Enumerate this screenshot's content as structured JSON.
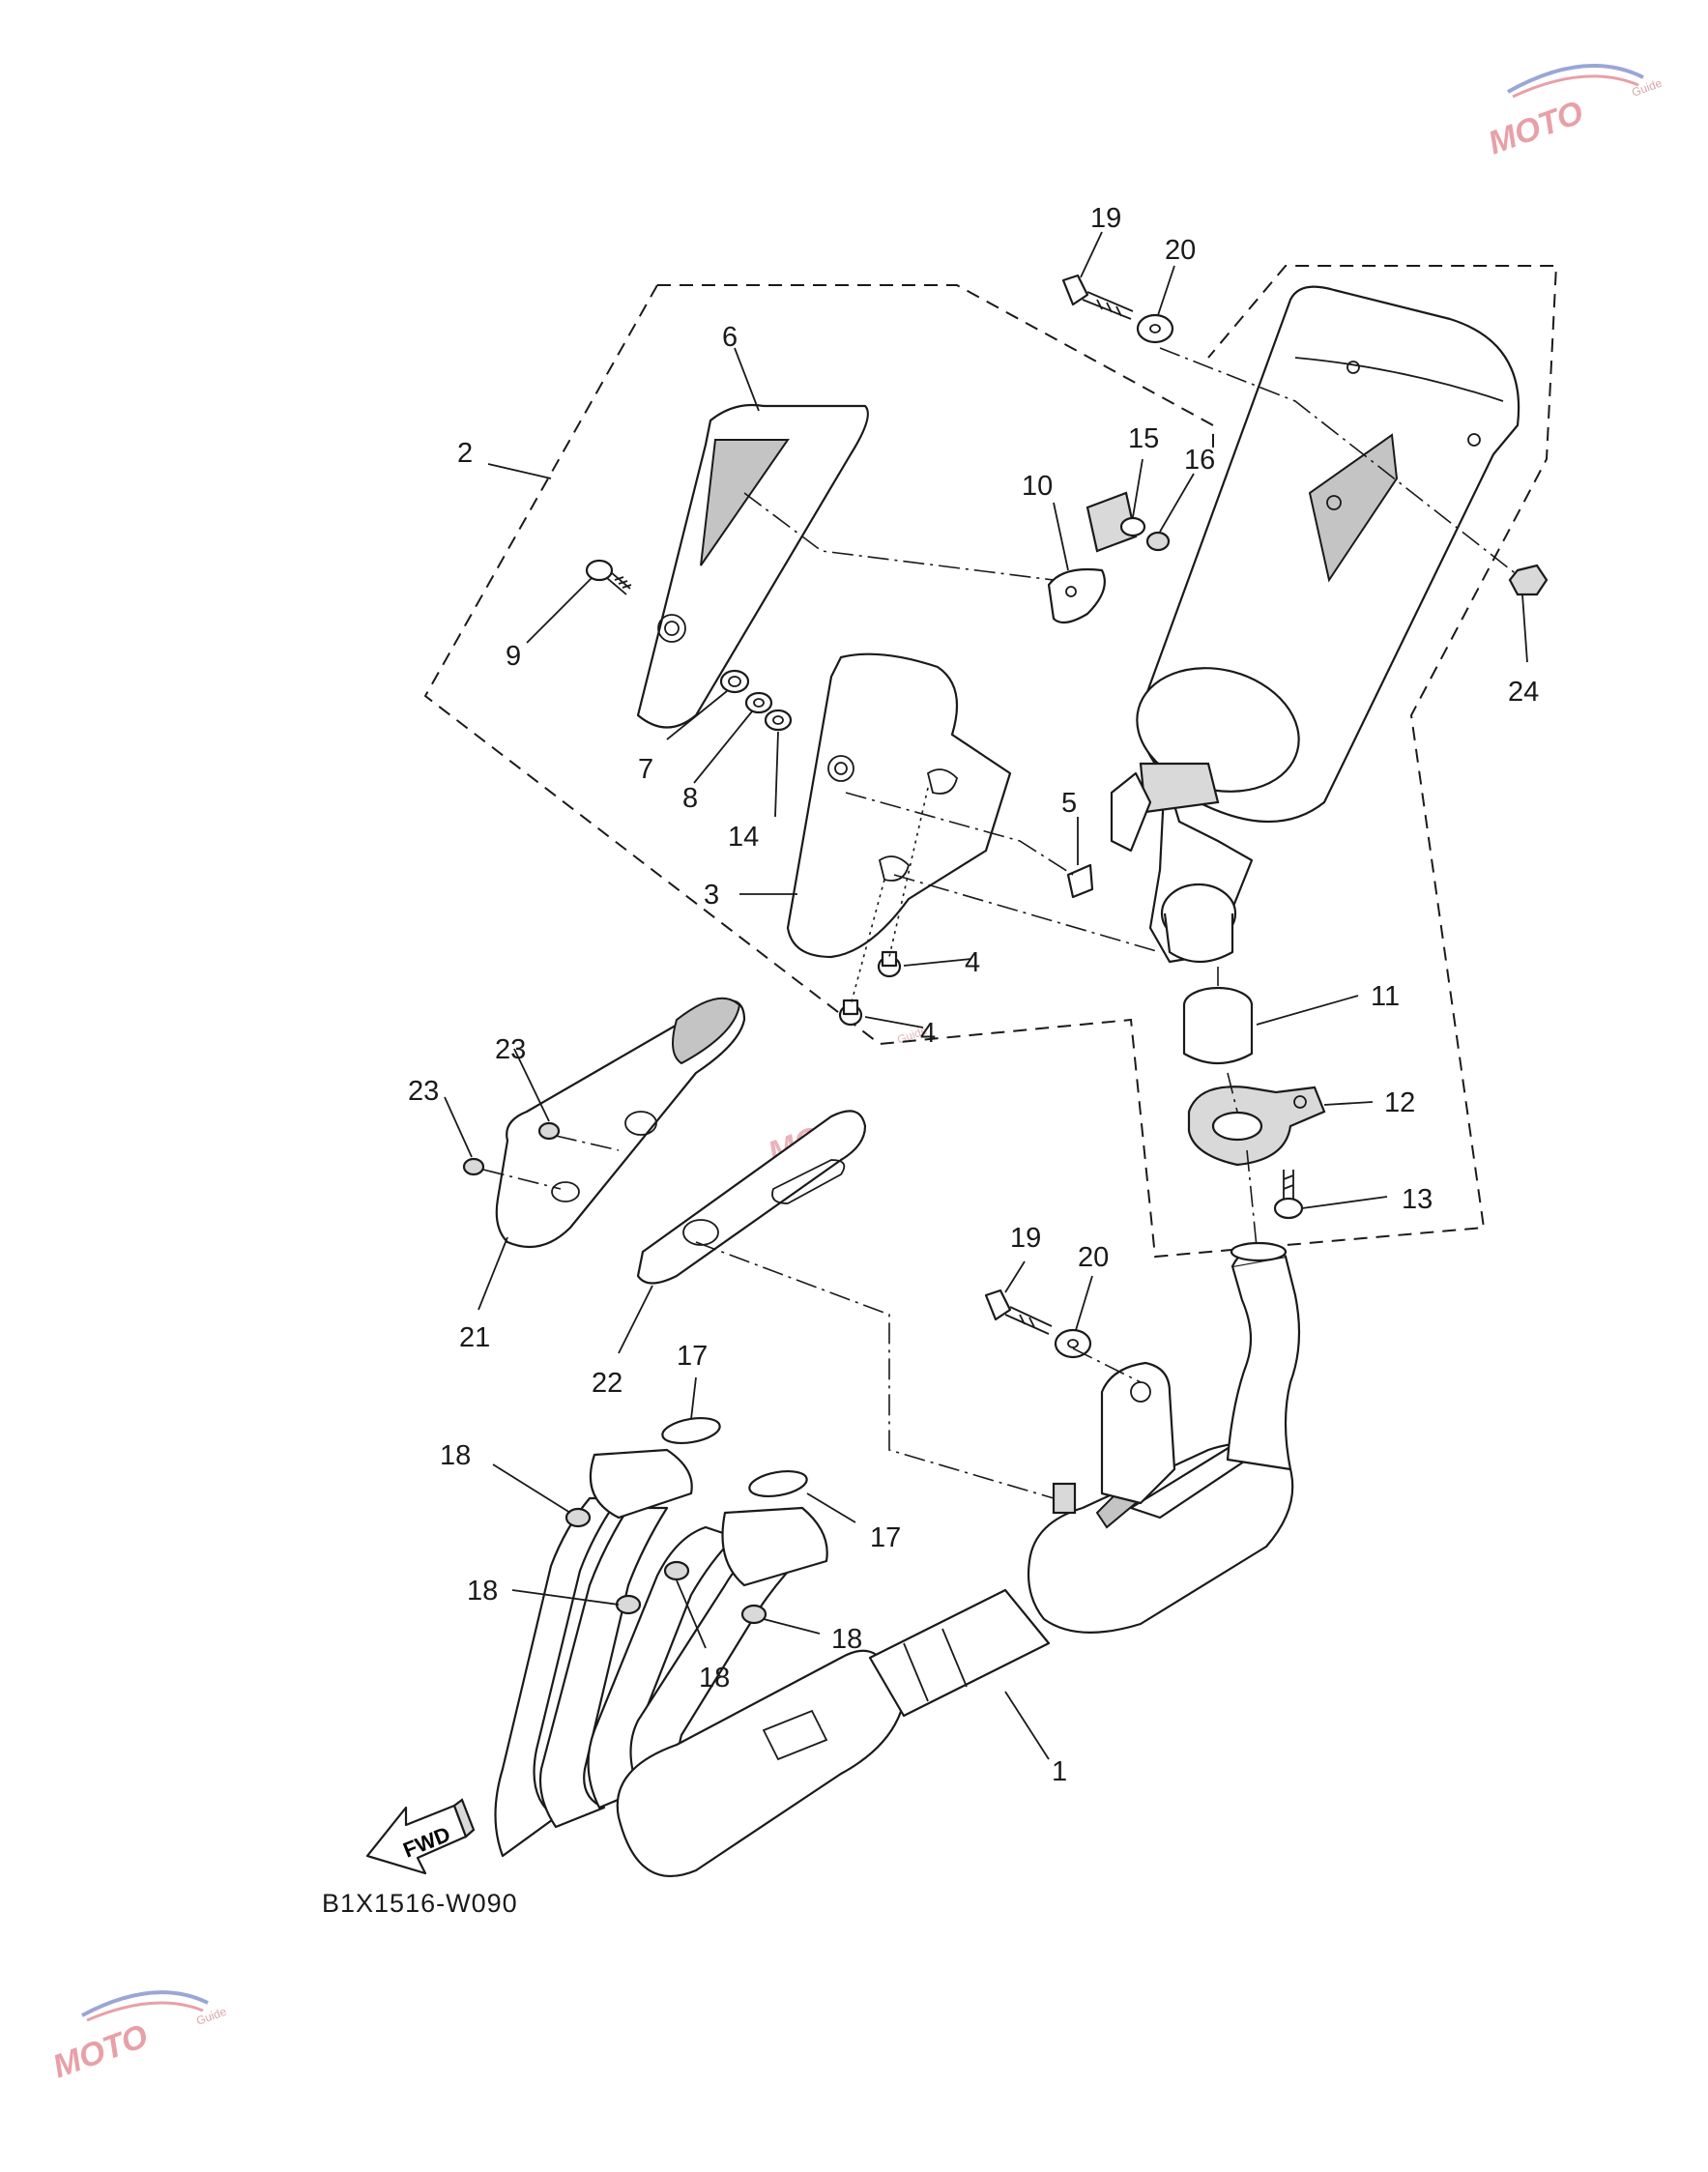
{
  "diagram": {
    "code": "B1X1516-W090",
    "fwd_label": "FWD",
    "callouts": [
      {
        "id": "c1",
        "label": "1"
      },
      {
        "id": "c2",
        "label": "2"
      },
      {
        "id": "c3",
        "label": "3"
      },
      {
        "id": "c4a",
        "label": "4"
      },
      {
        "id": "c4b",
        "label": "4"
      },
      {
        "id": "c5",
        "label": "5"
      },
      {
        "id": "c6",
        "label": "6"
      },
      {
        "id": "c7",
        "label": "7"
      },
      {
        "id": "c8",
        "label": "8"
      },
      {
        "id": "c9",
        "label": "9"
      },
      {
        "id": "c10",
        "label": "10"
      },
      {
        "id": "c11",
        "label": "11"
      },
      {
        "id": "c12",
        "label": "12"
      },
      {
        "id": "c13",
        "label": "13"
      },
      {
        "id": "c14",
        "label": "14"
      },
      {
        "id": "c15",
        "label": "15"
      },
      {
        "id": "c16",
        "label": "16"
      },
      {
        "id": "c17a",
        "label": "17"
      },
      {
        "id": "c17b",
        "label": "17"
      },
      {
        "id": "c18a",
        "label": "18"
      },
      {
        "id": "c18b",
        "label": "18"
      },
      {
        "id": "c18c",
        "label": "18"
      },
      {
        "id": "c18d",
        "label": "18"
      },
      {
        "id": "c19a",
        "label": "19"
      },
      {
        "id": "c19b",
        "label": "19"
      },
      {
        "id": "c20a",
        "label": "20"
      },
      {
        "id": "c20b",
        "label": "20"
      },
      {
        "id": "c21",
        "label": "21"
      },
      {
        "id": "c22",
        "label": "22"
      },
      {
        "id": "c23a",
        "label": "23"
      },
      {
        "id": "c23b",
        "label": "23"
      },
      {
        "id": "c24",
        "label": "24"
      }
    ]
  },
  "watermark": {
    "text": "MOTO",
    "subtext": "Guide",
    "color": "#e8a0a8"
  },
  "colors": {
    "line": "#1a1a1a",
    "background": "#ffffff"
  }
}
